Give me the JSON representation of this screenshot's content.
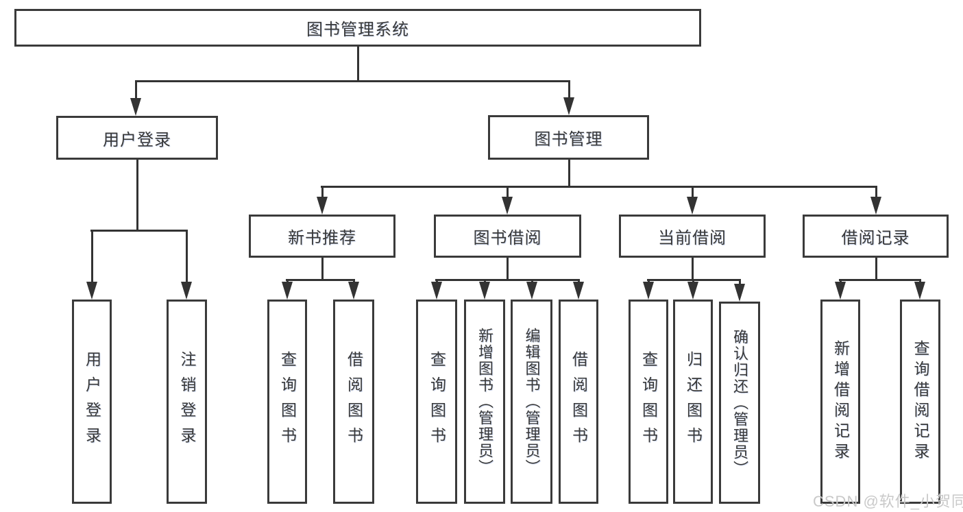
{
  "diagram": {
    "root": "图书管理系统",
    "level2": {
      "user_login": "用户登录",
      "book_mgmt": "图书管理"
    },
    "level3": {
      "new_book": "新书推荐",
      "book_borrow": "图书借阅",
      "current_borrow": "当前借阅",
      "borrow_records": "借阅记录"
    },
    "leaves": {
      "user_login": "用户登录",
      "logout": "注销登录",
      "nb_query": "查询图书",
      "nb_borrow": "借阅图书",
      "bb_query": "查询图书",
      "bb_add": "新增图书（管理员）",
      "bb_edit": "编辑图书（管理员）",
      "bb_borrow": "借阅图书",
      "cb_query": "查询图书",
      "cb_return": "归还图书",
      "cb_confirm": "确认归还（管理员）",
      "br_add": "新增借阅记录",
      "br_query": "查询借阅记录"
    }
  },
  "watermark": "CSDN @软件_小贺同学",
  "colors": {
    "line": "#333333",
    "border": "#3a3a3a",
    "text": "#383838",
    "watermark": "#c9c9c9",
    "background": "#ffffff"
  }
}
